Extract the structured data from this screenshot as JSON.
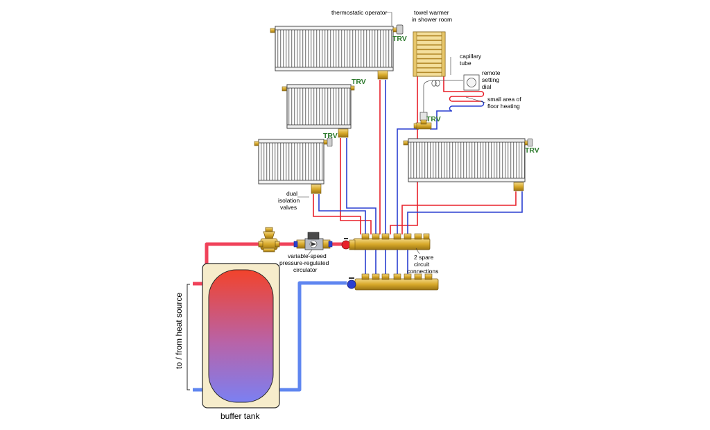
{
  "labels": {
    "thermostatic_operator": "thermostatic operator",
    "towel_warmer_1": "towel warmer",
    "towel_warmer_2": "in shower room",
    "capillary_1": "capillary",
    "capillary_2": "tube",
    "remote_1": "remote",
    "remote_2": "setting",
    "remote_3": "dial",
    "floor_1": "small area of",
    "floor_2": "floor heating",
    "dual_1": "dual",
    "dual_2": "isolation",
    "dual_3": "valves",
    "circ_1": "variable-speed",
    "circ_2": "pressure-regulated",
    "circ_3": "circulator",
    "spare_1": "2 spare",
    "spare_2": "circuit",
    "spare_3": "connections",
    "heat_source": "to / from heat source",
    "buffer_tank": "buffer tank",
    "trv": "TRV"
  },
  "colors": {
    "supply": "#e8202a",
    "return": "#2a3fd0",
    "supply_main": "#f0425a",
    "return_main": "#5f86f0",
    "brass": "#e0b83a",
    "tank_jacket": "#f6eccb",
    "trv_text": "#2d7a2d"
  }
}
